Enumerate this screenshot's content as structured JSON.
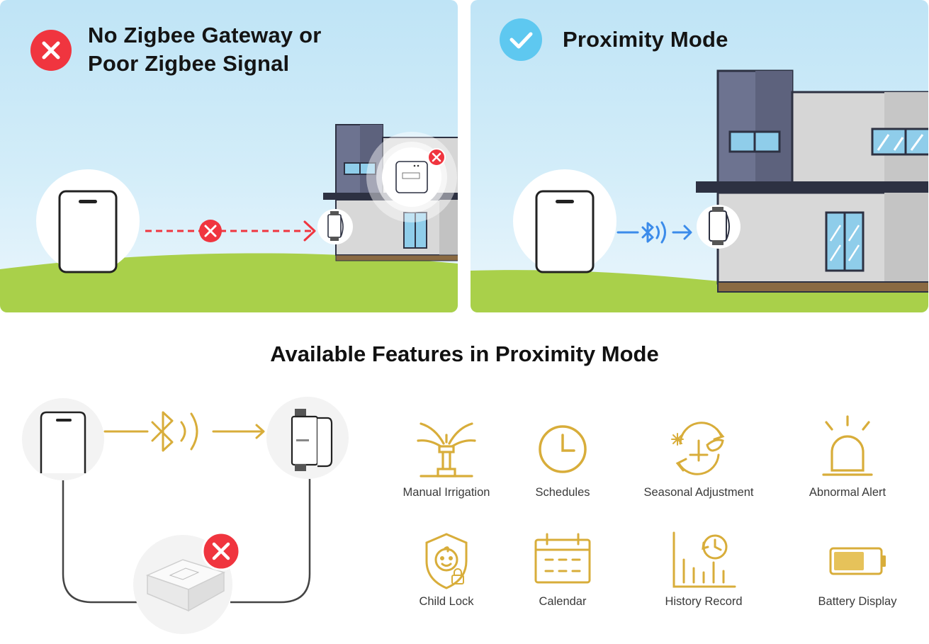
{
  "panels": {
    "left": {
      "title_line1": "No Zigbee Gateway or",
      "title_line2": "Poor Zigbee Signal",
      "status": "not-available"
    },
    "right": {
      "title": "Proximity Mode",
      "status": "available"
    }
  },
  "section_title": "Available Features in Proximity Mode",
  "features": [
    {
      "label": "Manual Irrigation",
      "icon": "sprinkler-icon"
    },
    {
      "label": "Schedules",
      "icon": "clock-icon"
    },
    {
      "label": "Seasonal Adjustment",
      "icon": "seasonal-adjustment-icon"
    },
    {
      "label": "Abnormal Alert",
      "icon": "alarm-light-icon"
    },
    {
      "label": "Child Lock",
      "icon": "child-lock-icon"
    },
    {
      "label": "Calendar",
      "icon": "calendar-icon"
    },
    {
      "label": "History Record",
      "icon": "history-chart-icon"
    },
    {
      "label": "Battery Display",
      "icon": "battery-icon"
    }
  ],
  "colors": {
    "gold": "#d8ad3a",
    "error_red": "#f0353f",
    "check_blue": "#5ec8f0",
    "bluetooth_blue": "#3b8bea",
    "grass_green": "#a7cf48",
    "sky_blue": "#c8e8f7"
  }
}
